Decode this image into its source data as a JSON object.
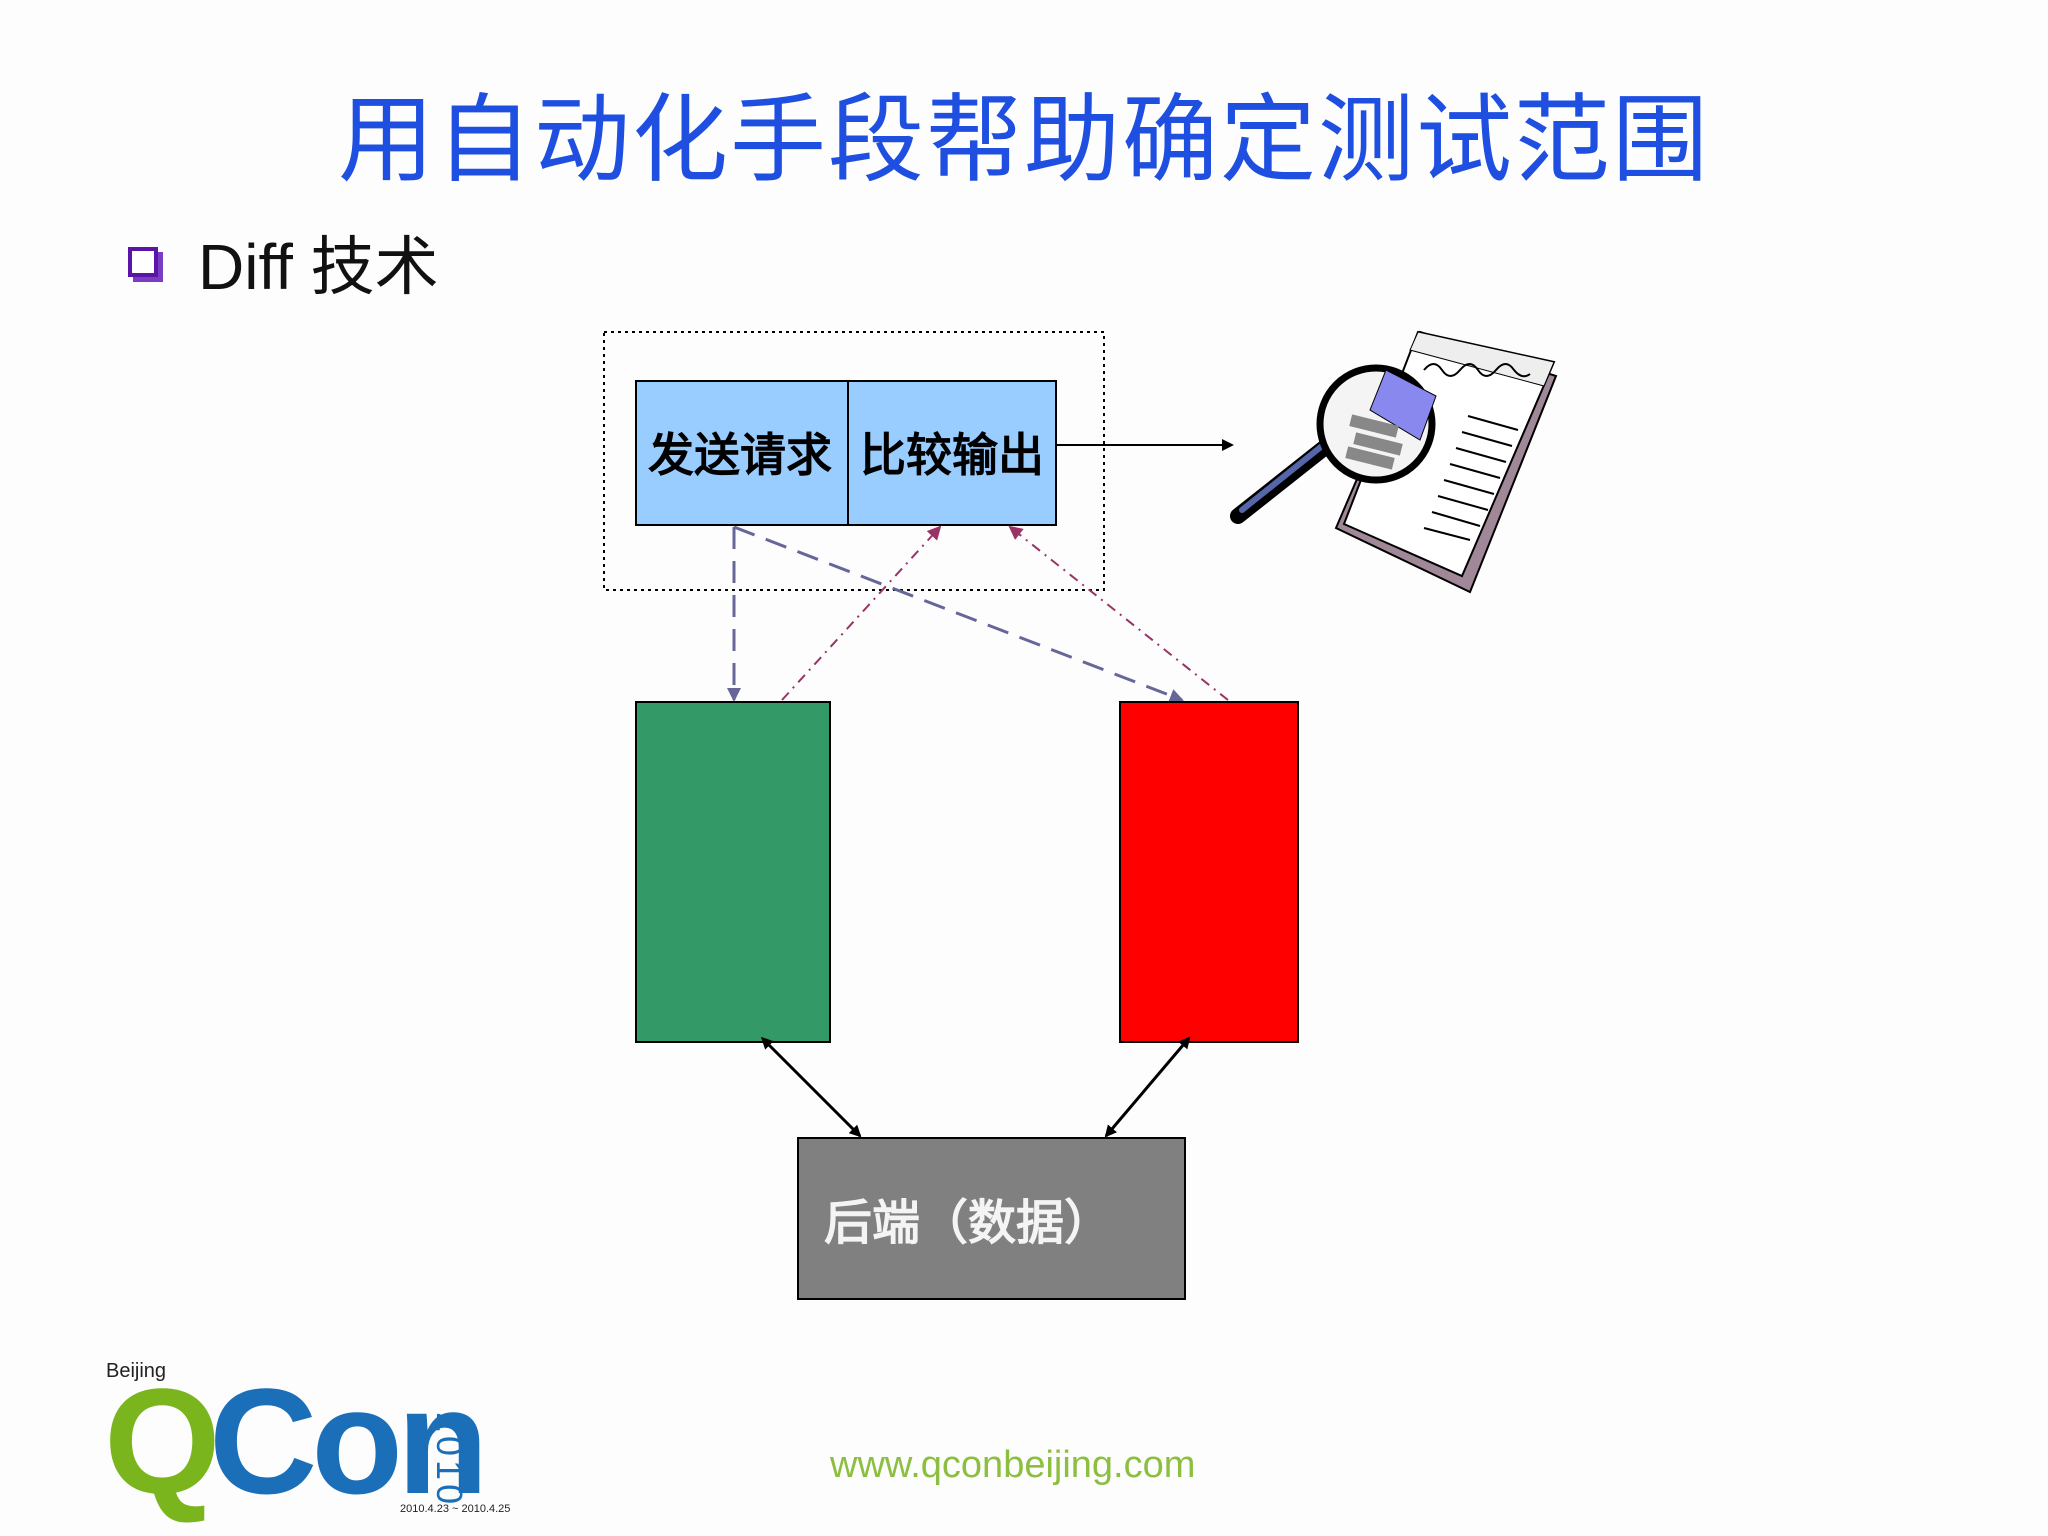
{
  "title": "用自动化手段帮助确定测试范围",
  "bullet": {
    "text": "Diff 技术"
  },
  "diagram": {
    "send_request": "发送请求",
    "compare_output": "比较输出",
    "backend": "后端（数据）",
    "colors": {
      "request_box": "#99ccff",
      "server_a": "#339966",
      "server_b": "#ff0000",
      "backend_box": "#808080",
      "request_arrow": "#666699",
      "response_arrow": "#993366"
    },
    "icon": "document-magnifier-icon"
  },
  "logo": {
    "city": "Beijing",
    "q": "Q",
    "con": "Con",
    "year": "2010",
    "dates": "2010.4.23 ~ 2010.4.25"
  },
  "footer": {
    "url": "www.qconbeijing.com"
  }
}
